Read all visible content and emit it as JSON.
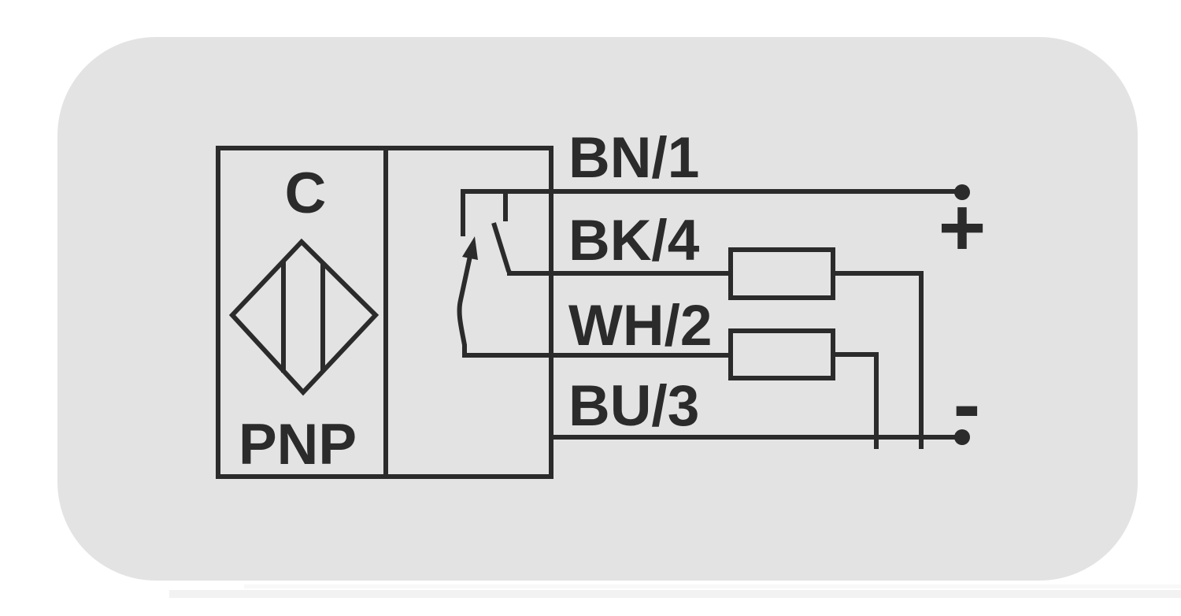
{
  "diagram": {
    "sensor": {
      "function_letter": "C",
      "output_type": "PNP"
    },
    "wire_labels": [
      "BN/1",
      "BK/4",
      "WH/2",
      "BU/3"
    ],
    "supply": {
      "positive": "+",
      "negative": "-"
    },
    "icons": {
      "sensor_symbol": "proximity-sensor-diamond-icon",
      "switch_symbol": "normally-open-contact-icon",
      "actuation_symbol": "actuation-arrow-icon",
      "load_symbols": [
        "load-resistor-box",
        "load-resistor-box"
      ]
    },
    "colors": {
      "background": "#ffffff",
      "panel": "#e3e3e3",
      "line": "#2b2b2b",
      "artifact_streak": "#f2f2f2"
    }
  }
}
